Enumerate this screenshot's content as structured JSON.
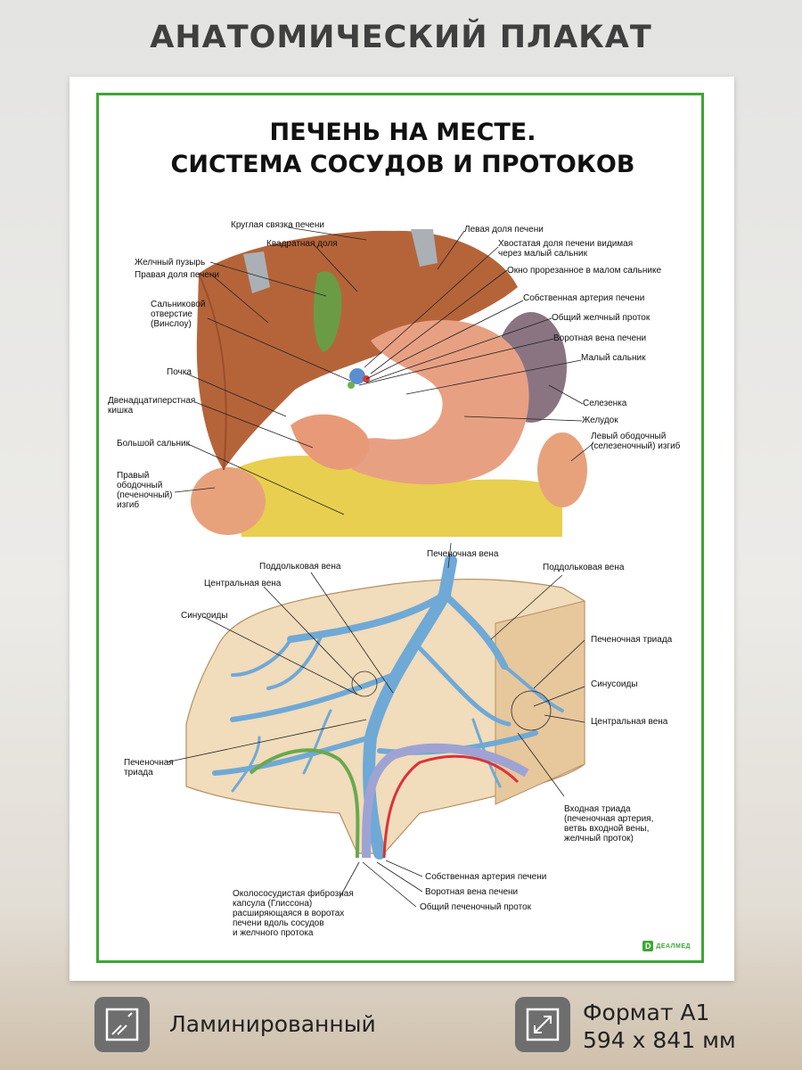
{
  "header": {
    "title": "АНАТОМИЧЕСКИЙ ПЛАКАТ"
  },
  "poster": {
    "title_line1": "ПЕЧЕНЬ НА МЕСТЕ.",
    "title_line2": "СИСТЕМА СОСУДОВ И ПРОТОКОВ",
    "top_labels": {
      "round_ligament": "Круглая связка печени",
      "quadrate_lobe": "Квадратная доля",
      "gallbladder": "Желчный пузырь",
      "right_lobe": "Правая доля печени",
      "epiploic_l1": "Сальниковой",
      "epiploic_l2": "отверстие",
      "epiploic_l3": "(Винслоу)",
      "kidney": "Почка",
      "duodenum_l1": "Двенадцатиперстная",
      "duodenum_l2": "кишка",
      "greater_omentum": "Большой сальник",
      "right_flexure_l1": "Правый",
      "right_flexure_l2": "ободочный",
      "right_flexure_l3": "(печеночный)",
      "right_flexure_l4": "изгиб",
      "left_lobe": "Левая доля печени",
      "caudate_l1": "Хвостатая доля печени видимая",
      "caudate_l2": "через малый сальник",
      "window": "Окно прорезанное в малом сальнике",
      "proper_artery": "Собственная артерия печени",
      "common_bile_duct": "Общий желчный проток",
      "portal_vein": "Воротная вена печени",
      "lesser_omentum": "Малый сальник",
      "spleen": "Селезенка",
      "stomach": "Желудок",
      "left_flexure_l1": "Левый ободочный",
      "left_flexure_l2": "(селезеночный) изгиб"
    },
    "bottom_labels": {
      "hepatic_vein": "Печеночная вена",
      "sublobular_left": "Поддольковая вена",
      "sublobular_right": "Поддольковая вена",
      "central_vein_left": "Центральная вена",
      "sinusoids_left": "Синусоиды",
      "triad_right": "Печеночная триада",
      "sinusoids_right": "Синусоиды",
      "central_vein_right": "Центральная вена",
      "triad_left_l1": "Печеночная",
      "triad_left_l2": "триада",
      "inlet_l1": "Входная триада",
      "inlet_l2": "(печеночная артерия,",
      "inlet_l3": "ветвь входной вены,",
      "inlet_l4": "желчный проток)",
      "proper_artery": "Собственная артерия печени",
      "portal_vein": "Воротная вена печени",
      "common_hepatic_duct": "Общий печеночный проток",
      "glisson_l1": "Околососудистая фиброзная",
      "glisson_l2": "капсула (Глиссона)",
      "glisson_l3": "расширяющаяся в воротах",
      "glisson_l4": "печени вдоль сосудов",
      "glisson_l5": "и желчного протока"
    },
    "logo": "ДЕАЛМЕД"
  },
  "features": {
    "laminated": "Ламинированный",
    "format_l1": "Формат А1",
    "format_l2": "594 x 841 мм"
  },
  "colors": {
    "frame": "#3fa535",
    "liver": "#b5643a",
    "portal_vein": "#6fa9d6",
    "artery": "#d9333a",
    "bile_duct": "#6aa84f"
  }
}
